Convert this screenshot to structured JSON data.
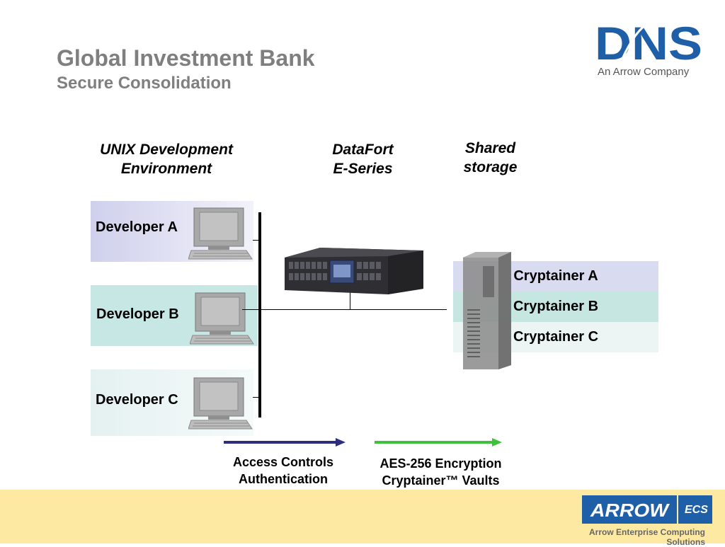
{
  "header": {
    "title": "Global Investment Bank",
    "subtitle": "Secure Consolidation"
  },
  "logo": {
    "letters": "DNS",
    "tagline": "An Arrow Company",
    "color": "#1f5fa8"
  },
  "columns": {
    "unix": [
      "UNIX Development",
      "Environment"
    ],
    "datafort": [
      "DataFort",
      "E-Series"
    ],
    "storage": [
      "Shared",
      "storage"
    ]
  },
  "developers": [
    {
      "label": "Developer A",
      "color": "#d8d9ef"
    },
    {
      "label": "Developer B",
      "color": "#c6e7e4"
    },
    {
      "label": "Developer C",
      "color": "#eaf4f3"
    }
  ],
  "cryptainers": [
    {
      "label": "Cryptainer A",
      "color": "#d9dbf0"
    },
    {
      "label": "Cryptainer B",
      "color": "#c6e6e2"
    },
    {
      "label": "Cryptainer C",
      "color": "#ecf5f4"
    }
  ],
  "legend": {
    "access": [
      "Access Controls",
      "Authentication"
    ],
    "access_color": "#2e2e7e",
    "encryption": [
      "AES-256 Encryption",
      "Cryptainer™ Vaults"
    ],
    "encryption_color": "#3ec23e"
  },
  "footer": {
    "brand": "ARROW",
    "badge": "ECS",
    "tagline": "Arrow Enterprise Computing Solutions",
    "color": "#1f5fa8"
  }
}
